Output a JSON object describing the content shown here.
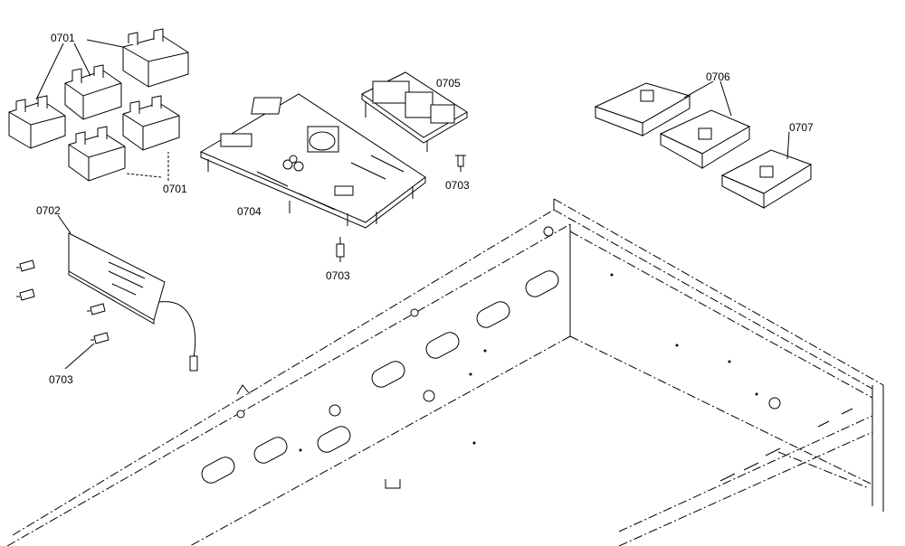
{
  "callouts": {
    "c0701_top": "0701",
    "c0701_bottom": "0701",
    "c0702": "0702",
    "c0703_board": "0703",
    "c0703_right": "0703",
    "c0703_left": "0703",
    "c0704": "0704",
    "c0705": "0705",
    "c0706": "0706",
    "c0707": "0707"
  }
}
